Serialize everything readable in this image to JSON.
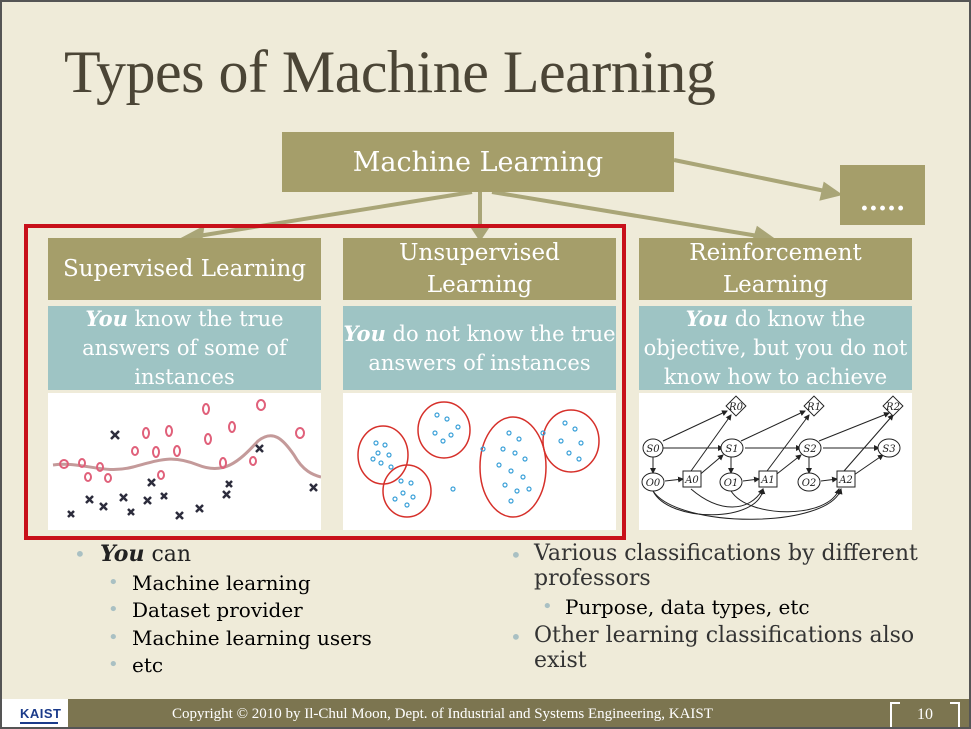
{
  "title": "Types of Machine Learning",
  "root": "Machine Learning",
  "more": ".....",
  "categories": [
    {
      "name": "Supervised Learning",
      "desc_em": "You",
      "desc": " know the true answers of some of instances"
    },
    {
      "name": "Unsupervised Learning",
      "desc_em": "You",
      "desc": " do not know the true answers of instances"
    },
    {
      "name": "Reinforcement Learning",
      "desc_em": "You",
      "desc": " do know the objective, but you do not know how to achieve"
    }
  ],
  "left_bullets": {
    "main_em": "You",
    "main": " can",
    "subs": [
      "Machine learning",
      "Dataset provider",
      "Machine learning users",
      "etc"
    ]
  },
  "right_bullets": {
    "first": "Various classifications by different professors",
    "first_sub": "Purpose, data types, etc",
    "second": "Other learning classifications also exist"
  },
  "rl_diagram": {
    "nodes": [
      "R0",
      "R1",
      "R2",
      "S0",
      "S1",
      "S2",
      "S3",
      "O0",
      "A0",
      "O1",
      "A1",
      "O2",
      "A2"
    ]
  },
  "footer": {
    "copyright": "Copyright © 2010 by Il-Chul Moon, Dept. of Industrial and Systems Engineering, KAIST",
    "page": "10",
    "logo": "KAIST"
  },
  "colors": {
    "olive": "#a59e6a",
    "teal": "#9ec4c4",
    "red": "#c8101a",
    "footer": "#7c7550"
  }
}
